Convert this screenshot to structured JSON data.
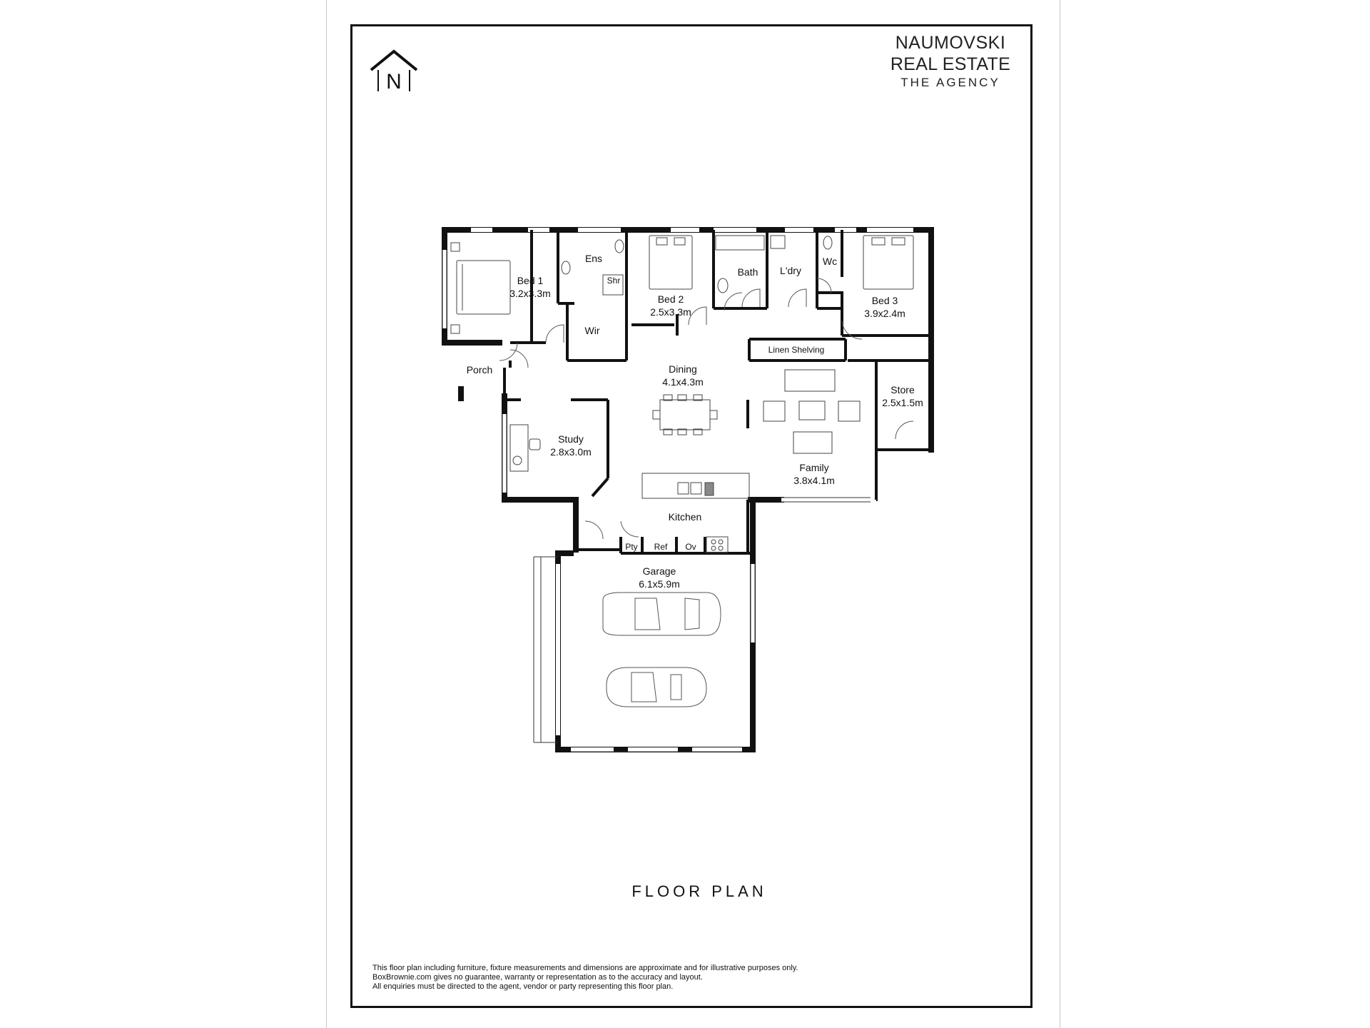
{
  "brand": {
    "line1": "NAUMOVSKI",
    "line2": "REAL ESTATE",
    "line3": "THE AGENCY"
  },
  "compass": {
    "letter": "N"
  },
  "rooms": {
    "bed1": {
      "name": "Bed 1",
      "size": "3.2x3.3m"
    },
    "ens": {
      "name": "Ens"
    },
    "shr": {
      "name": "Shr"
    },
    "wir": {
      "name": "Wir"
    },
    "bed2": {
      "name": "Bed 2",
      "size": "2.5x3.3m"
    },
    "bath": {
      "name": "Bath"
    },
    "ldry": {
      "name": "L'dry"
    },
    "wc": {
      "name": "Wc"
    },
    "bed3": {
      "name": "Bed 3",
      "size": "3.9x2.4m"
    },
    "porch": {
      "name": "Porch"
    },
    "dining": {
      "name": "Dining",
      "size": "4.1x4.3m"
    },
    "linen": {
      "name": "Linen Shelving"
    },
    "store": {
      "name": "Store",
      "size": "2.5x1.5m"
    },
    "study": {
      "name": "Study",
      "size": "2.8x3.0m"
    },
    "family": {
      "name": "Family",
      "size": "3.8x4.1m"
    },
    "kitchen": {
      "name": "Kitchen"
    },
    "pty": {
      "name": "Pty"
    },
    "ref": {
      "name": "Ref"
    },
    "ov": {
      "name": "Ov"
    },
    "garage": {
      "name": "Garage",
      "size": "6.1x5.9m"
    }
  },
  "title": "FLOOR PLAN",
  "disclaimer": {
    "line1": "This floor plan including furniture, fixture measurements and dimensions are approximate and for illustrative purposes only.",
    "line2": "BoxBrownie.com gives no guarantee, warranty or representation as to the accuracy and layout.",
    "line3": "All enquiries must be directed to the agent, vendor or party representing this floor plan."
  }
}
